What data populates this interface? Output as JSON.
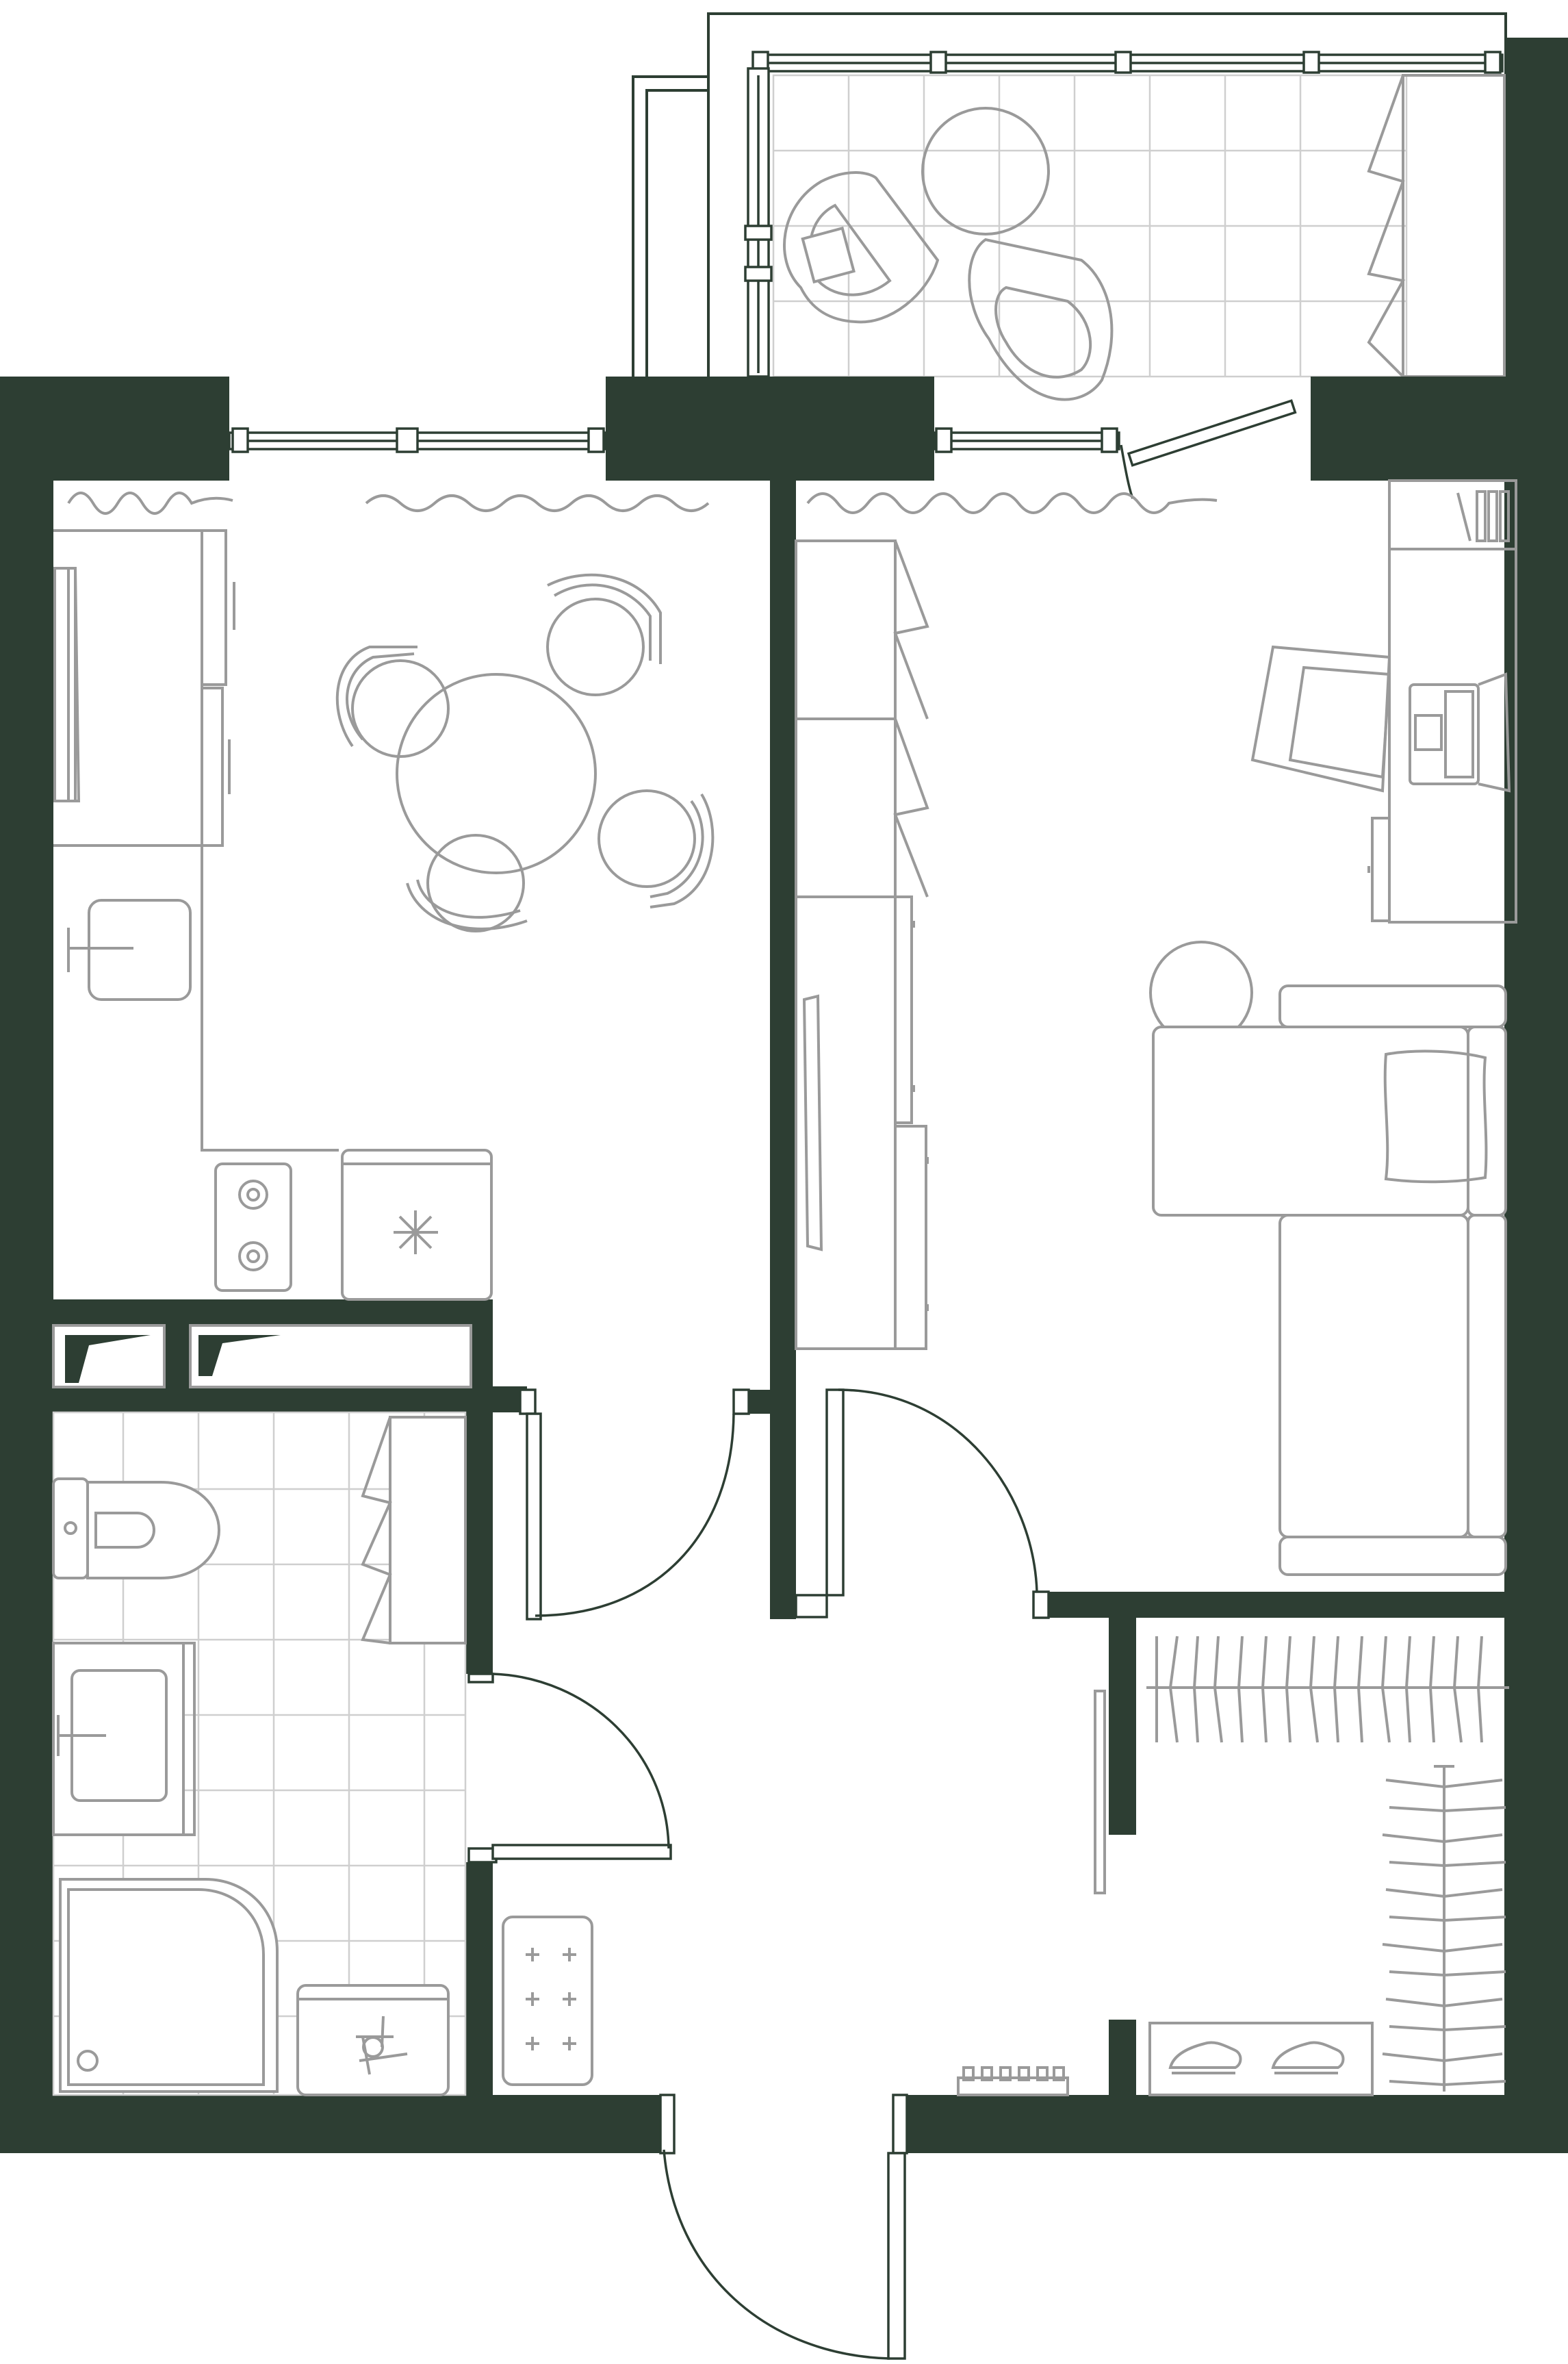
{
  "plan": {
    "colors": {
      "wall": "#2d3e33",
      "furniture": "#9a9a9a",
      "tile_grid": "#cfcfcf",
      "background": "#ffffff"
    },
    "rooms": [
      "balcony",
      "kitchen-dining",
      "living-room",
      "bathroom",
      "hallway",
      "wardrobe",
      "storage"
    ],
    "icons": [
      "stove-icon",
      "sink-icon",
      "toilet-icon",
      "shower-icon",
      "washing-machine-icon",
      "sofa-icon",
      "armchair-icon",
      "desk-icon",
      "laptop-icon",
      "shoes-icon",
      "radiator-icon"
    ]
  }
}
